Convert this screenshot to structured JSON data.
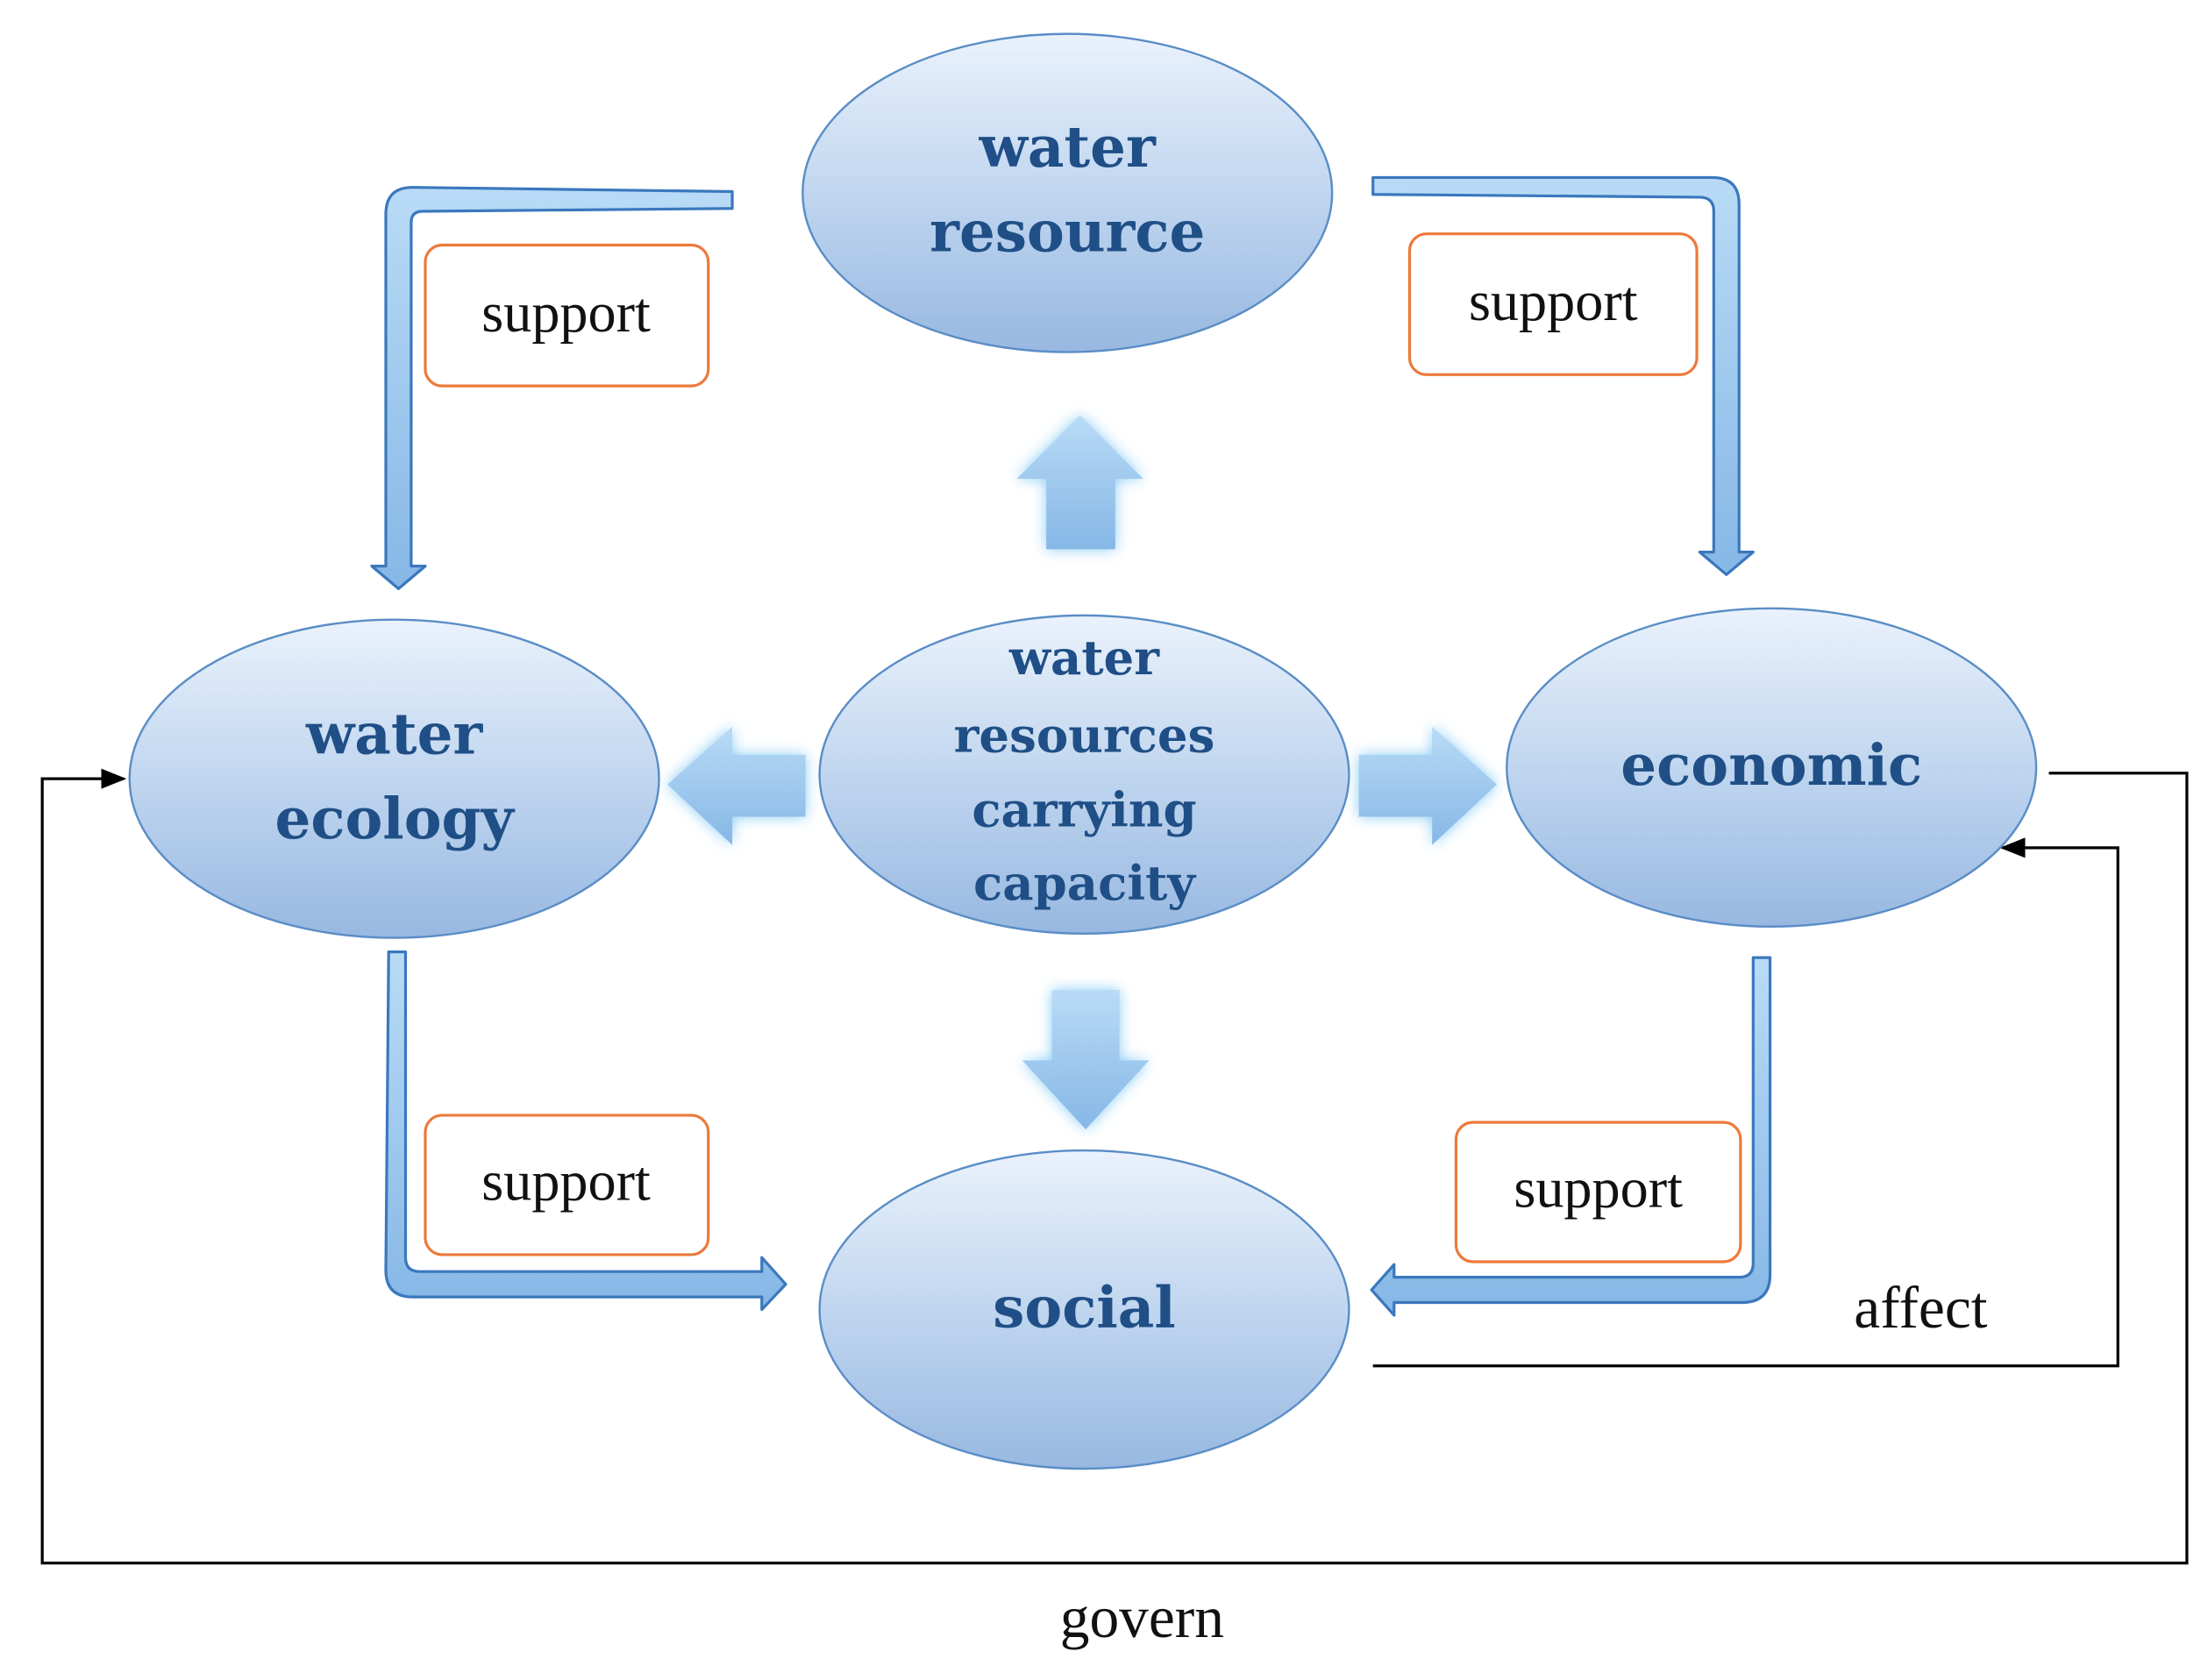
{
  "colors": {
    "node_fill_top": "#e8f1fb",
    "node_fill_bottom": "#9fbde3",
    "node_stroke": "#5c8fc8",
    "node_text": "#1f4f86",
    "arrow_fill": "#9cc6ec",
    "arrow_stroke": "#3b7cc0",
    "label_border": "#ec7a3b",
    "line": "#000000"
  },
  "nodes": {
    "water_resource": {
      "line1": "water",
      "line2": "resource"
    },
    "water_ecology": {
      "line1": "water",
      "line2": "ecology"
    },
    "center": {
      "line1": "water",
      "line2": "resources",
      "line3": "carrying",
      "line4": "capacity"
    },
    "economic": {
      "line1": "economic"
    },
    "social": {
      "line1": "social"
    }
  },
  "labels": {
    "support_top_left": "support",
    "support_top_right": "support",
    "support_bottom_left": "support",
    "support_bottom_right": "support",
    "affect": "affect",
    "govern": "govern"
  }
}
